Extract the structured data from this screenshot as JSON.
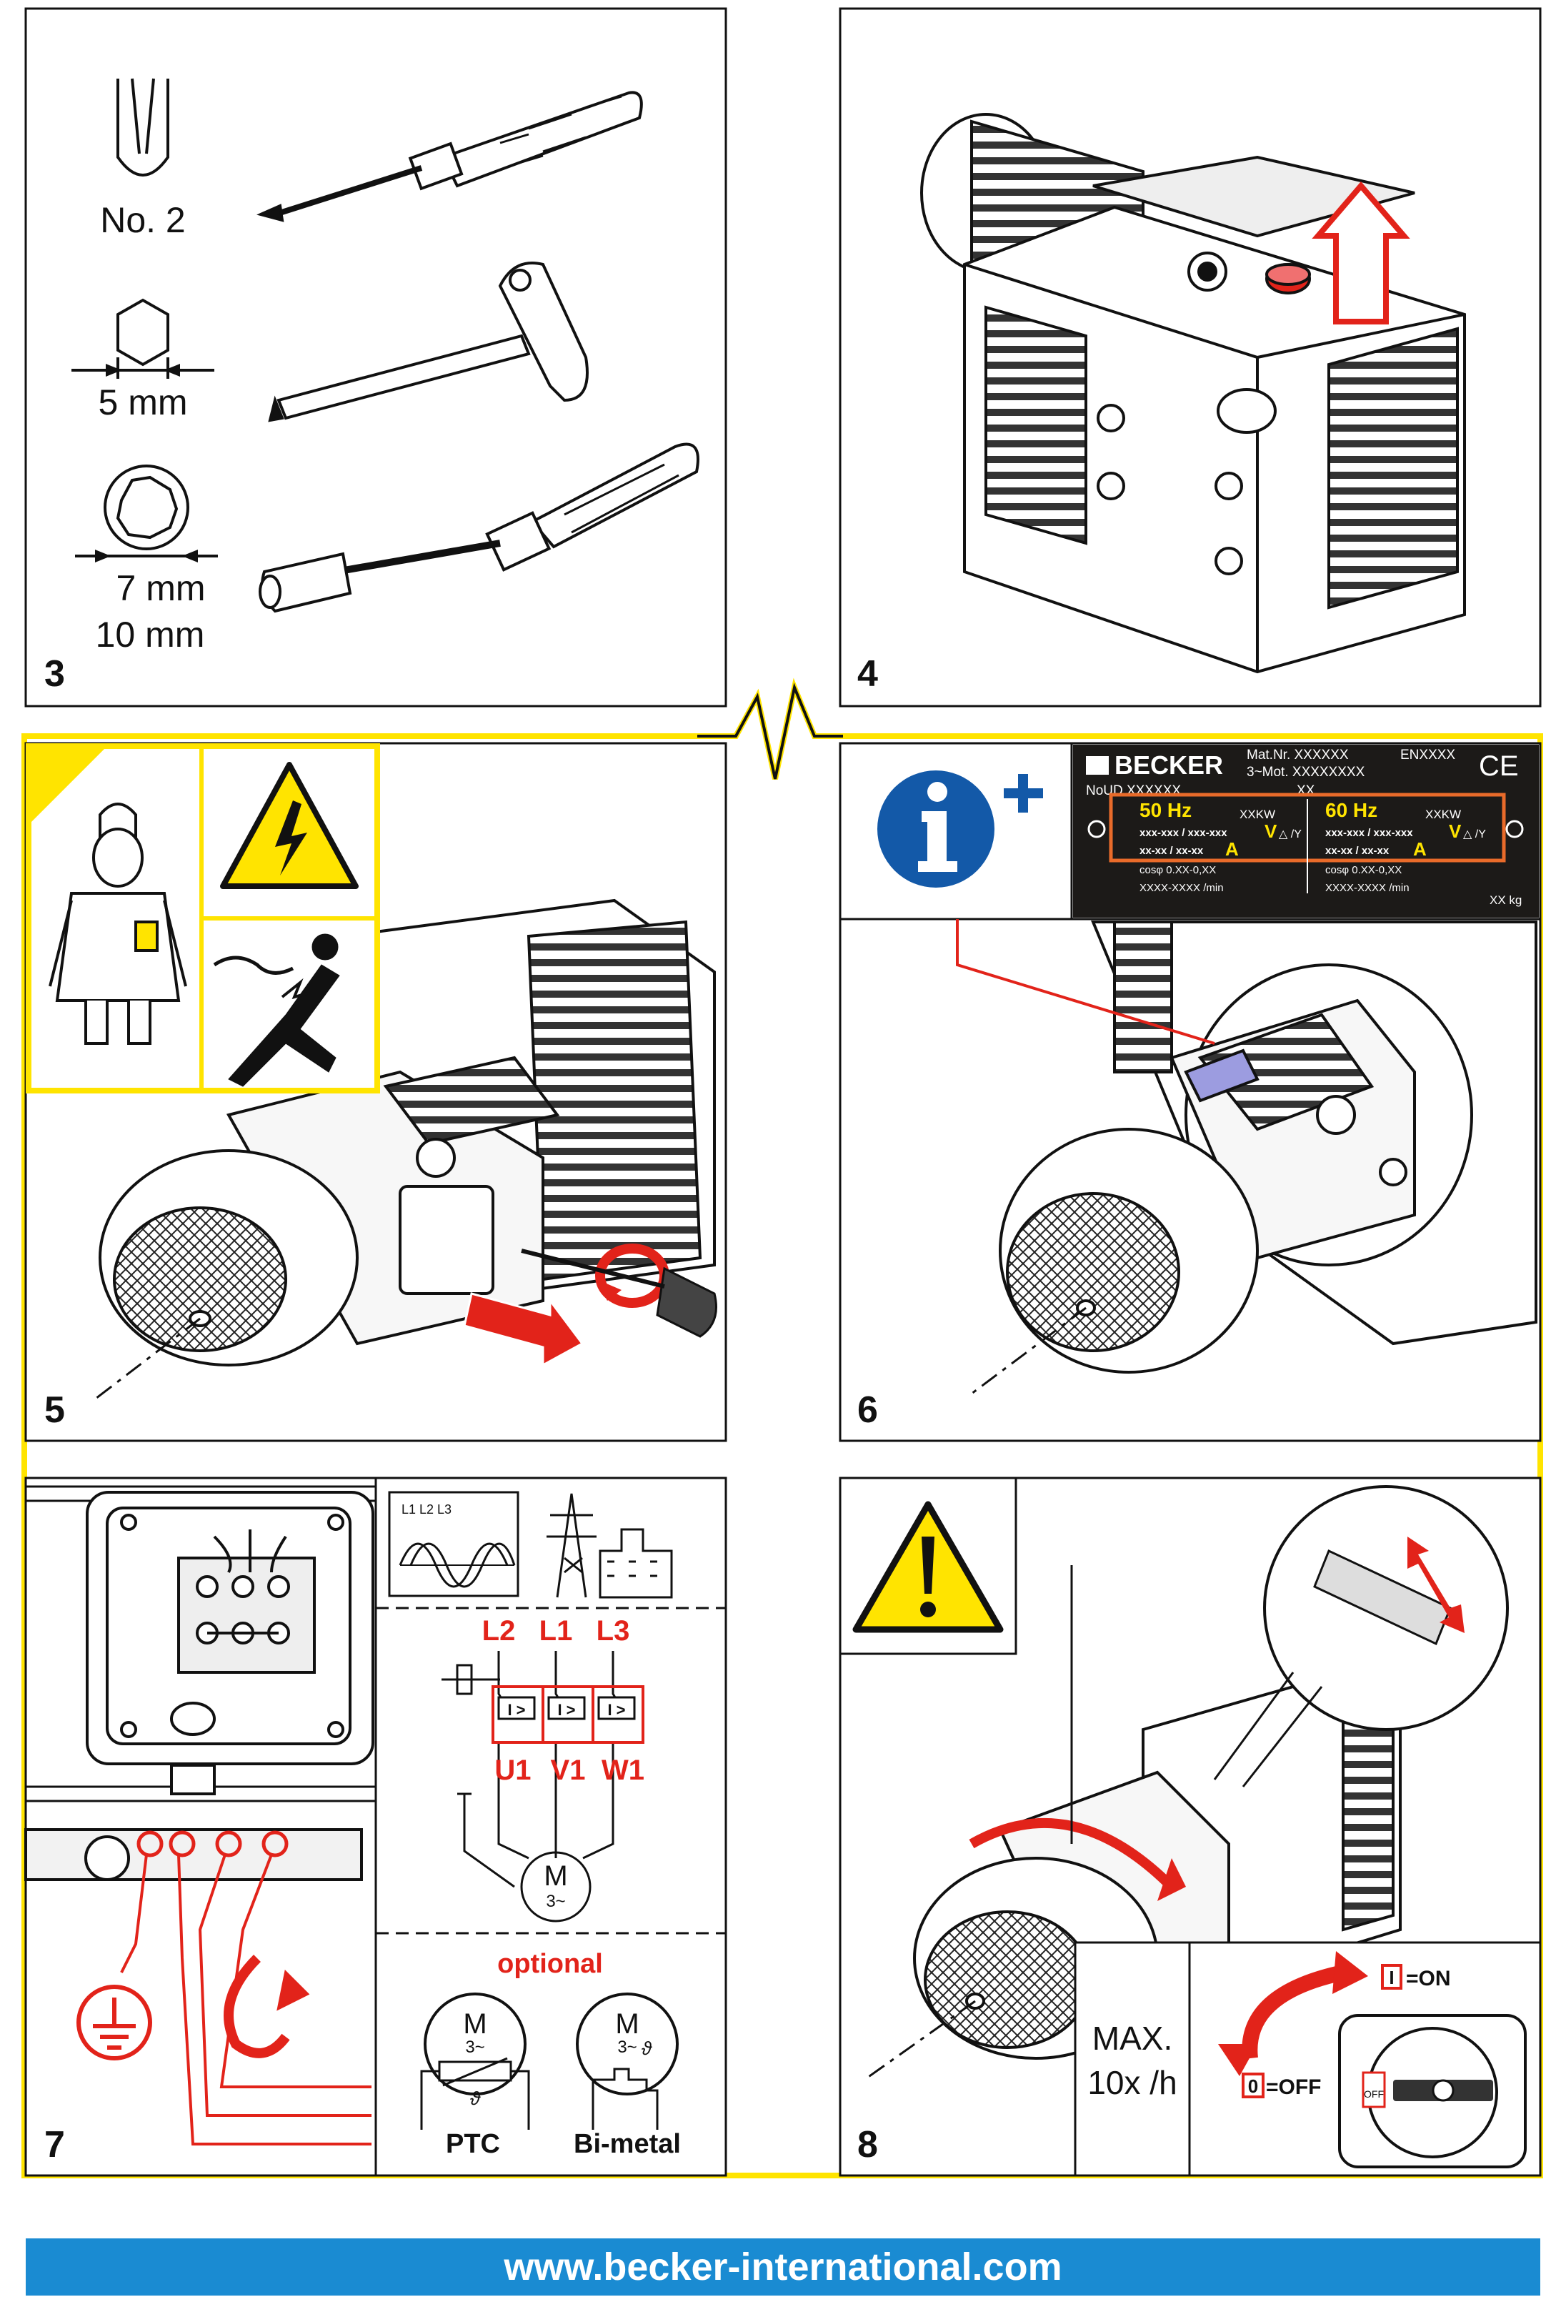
{
  "panels": {
    "p3": {
      "number": "3",
      "tool1_size": "No. 2",
      "tool2_size": "5 mm",
      "tool3_size_a": "7 mm",
      "tool3_size_b": "10 mm"
    },
    "p4": {
      "number": "4"
    },
    "p5": {
      "number": "5"
    },
    "p6": {
      "number": "6"
    },
    "p7": {
      "number": "7",
      "phases_label": "L1 L2 L3",
      "line_labels": [
        "L2",
        "L1",
        "L3"
      ],
      "terminal_labels": [
        "U1",
        "V1",
        "W1"
      ],
      "breaker_symbol": "I >",
      "motor_letter": "M",
      "motor_phase": "3~",
      "optional": "optional",
      "ptc": "PTC",
      "bimetal": "Bi-metal",
      "theta": "ϑ"
    },
    "p8": {
      "number": "8",
      "max_line1": "MAX.",
      "max_line2": "10x /h",
      "on_symbol": "I",
      "on_label": "=ON",
      "off_symbol": "0",
      "off_label": "=OFF",
      "switch_text": "OFF"
    }
  },
  "nameplate": {
    "brand": "BECKER",
    "mat_nr": "Mat.Nr. XXXXXX",
    "en": "ENXXXX",
    "mot": "3~Mot. XXXXXXXX",
    "no": "NoUD XXXXXX",
    "xx": "XX",
    "ce": "CE",
    "hz50": "50 Hz",
    "hz60": "60 Hz",
    "kw50": "XXKW",
    "kw60": "XXKW",
    "v50": "xxx-xxx / xxx-xxx",
    "v60": "xxx-xxx / xxx-xxx",
    "v_unit": "V",
    "delta_star": "△ /Y",
    "a50": "xx-xx / xx-xx",
    "a60": "xx-xx / xx-xx",
    "a_unit": "A",
    "cos50": "cosφ 0.XX-0,XX",
    "cos60": "cosφ 0.XX-0,XX",
    "rpm50": "XXXX-XXXX /min",
    "rpm60": "XXXX-XXXX /min",
    "kg": "XX kg"
  },
  "footer": {
    "url": "www.becker-international.com"
  },
  "colors": {
    "accent_yellow": "#ffe400",
    "warning_red": "#e2231a",
    "info_blue": "#1359a8",
    "footer_blue": "#1a8bd2",
    "nameplate_bg": "#1c1a18"
  }
}
